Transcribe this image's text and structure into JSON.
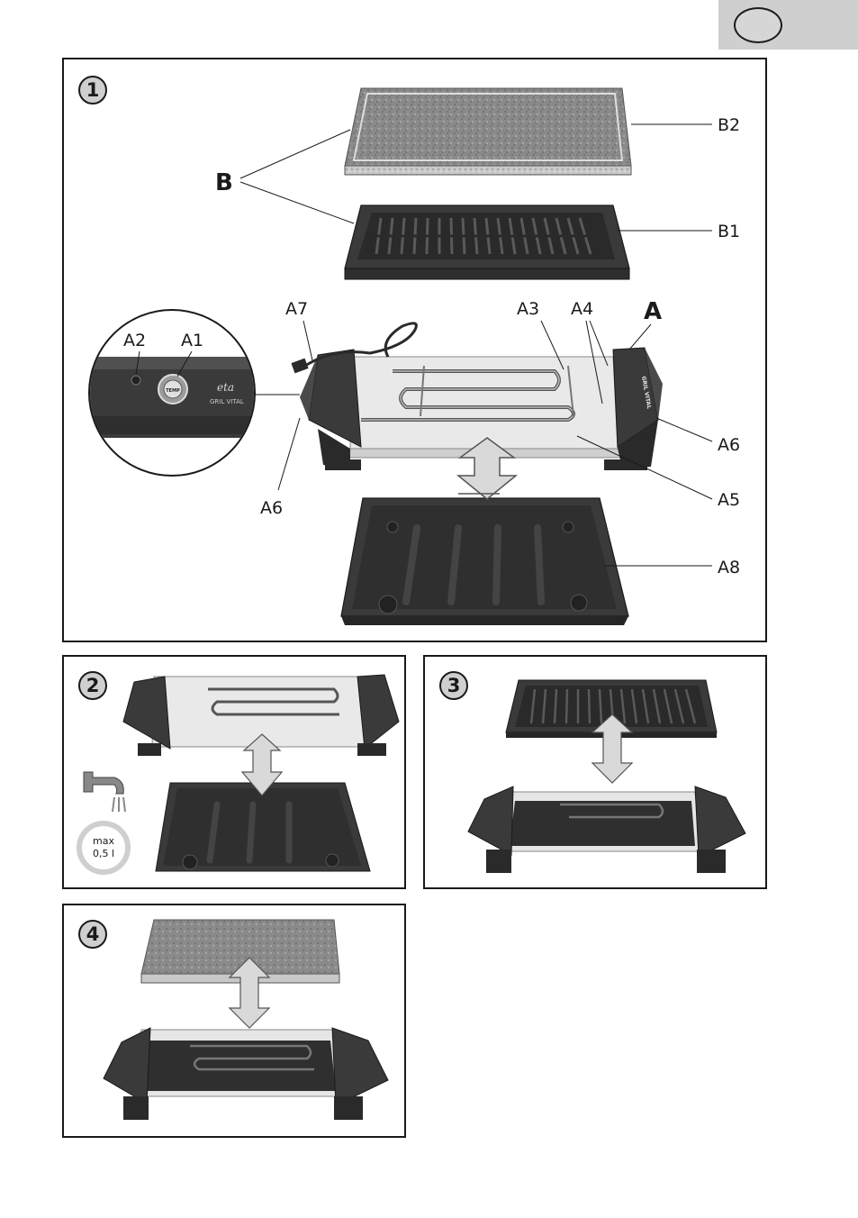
{
  "panels": {
    "p1": {
      "number": "1"
    },
    "p2": {
      "number": "2"
    },
    "p3": {
      "number": "3"
    },
    "p4": {
      "number": "4"
    }
  },
  "labels": {
    "B2": "B2",
    "B1": "B1",
    "B": "B",
    "A": "A",
    "A7": "A7",
    "A3": "A3",
    "A4": "A4",
    "A2": "A2",
    "A1": "A1",
    "A6_right": "A6",
    "A6_left": "A6",
    "A5": "A5",
    "A8": "A8"
  },
  "detail": {
    "temp": "TEMP",
    "brand": "eta",
    "model": "GRIL VITAL"
  },
  "water": {
    "max_line1": "max",
    "max_line2": "0,5 l"
  },
  "colors": {
    "dark": "#3a3a3a",
    "panel_border": "#1a1a1a",
    "arrow_fill": "#d9d9d9",
    "tab_gray": "#cfcfcf"
  }
}
